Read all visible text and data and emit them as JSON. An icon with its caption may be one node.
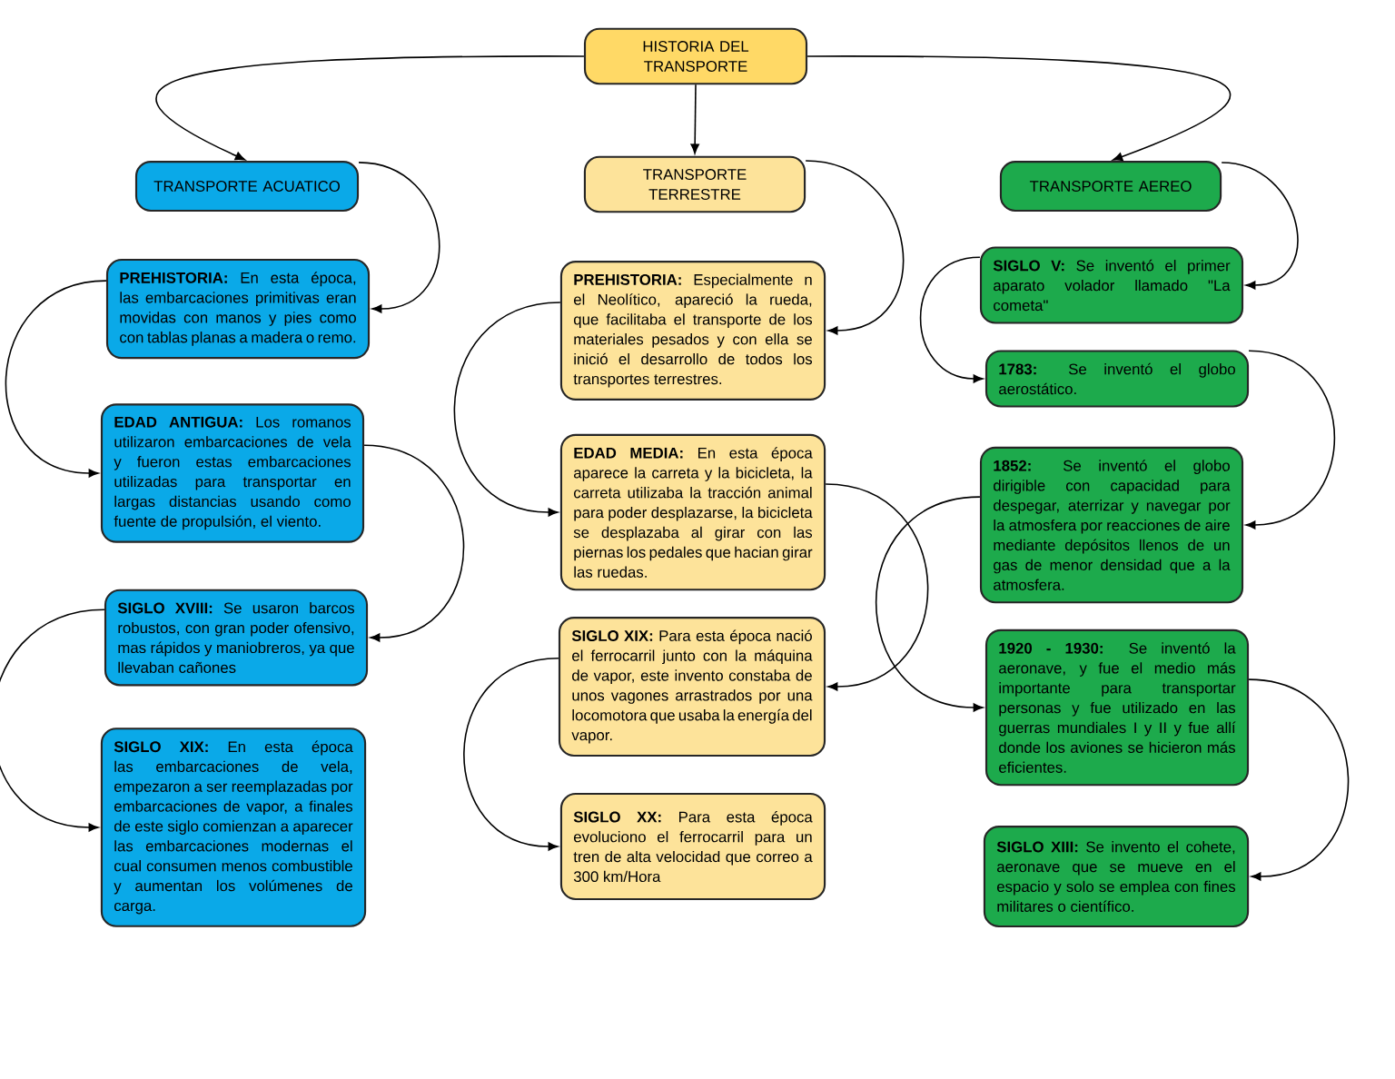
{
  "diagram": {
    "nodes": [
      {
        "text": [
          "HISTORIA DEL TRANSPORTE"
        ]
      },
      {
        "text": [
          "TRANSPORTE ACUATICO"
        ]
      },
      {
        "text": [
          "TRANSPORTE TERRESTRE"
        ]
      },
      {
        "text": [
          "TRANSPORTE AEREO"
        ]
      },
      {
        "text": [
          "**PREHISTORIA:** En esta época, las embarcaciones primitivas eran movidas con manos y pies como con tablas planas a madera o remo."
        ]
      },
      {
        "text": [
          "**EDAD ANTIGUA:** Los romanos utilizaron embarcaciones de vela y fueron estas embarcaciones utilizadas para transportar en largas distancias usando como fuente de propulsión, el viento."
        ]
      },
      {
        "text": [
          "**SIGLO XVIII:** Se usaron barcos robustos, con gran poder ofensivo, mas rápidos y maniobreros, ya que llevaban cañones"
        ]
      },
      {
        "text": [
          "**SIGLO XIX:** En esta época las embarcaciones de vela, empezaron a ser reemplazadas por embarcaciones de vapor, a finales de este siglo comienzan a aparecer las embarcaciones modernas el cual consumen menos combustible y aumentan los volúmenes de carga."
        ]
      },
      {
        "text": [
          "**PREHISTORIA:** Especialmente n el Neolítico, apareció la rueda, que facilitaba el transporte de los materiales pesados y con ella se inició el desarrollo de todos los transportes terrestres."
        ]
      },
      {
        "text": [
          "**EDAD MEDIA:** En esta época aparece la carreta y la bicicleta, la carreta utilizaba la tracción animal para poder desplazarse, la bicicleta se desplazaba al girar con las piernas los pedales que hacian girar las ruedas."
        ]
      },
      {
        "text": [
          "**SIGLO XIX:** Para esta época nació el ferrocarril junto con la máquina de vapor, este invento constaba de unos vagones arrastrados por una locomotora que usaba la energía del vapor."
        ]
      },
      {
        "text": [
          "**SIGLO XX:** Para esta época evoluciono el ferrocarril para un tren de alta velocidad que correo a 300 km/Hora"
        ]
      },
      {
        "text": [
          "**SIGLO V:** Se inventó el primer aparato volador llamado \"La cometa\""
        ]
      },
      {
        "text": [
          "**1783:** Se inventó el globo aerostático."
        ]
      },
      {
        "text": [
          "**1852:** Se inventó el globo dirigible con capacidad para despegar, aterrizar y navegar por la atmosfera por reacciones de aire mediante depósitos llenos de un gas de menor densidad que a la atmosfera."
        ]
      },
      {
        "text": [
          "**1920 - 1930:** Se inventó la aeronave, y fue el medio más importante para transportar personas y fue utilizado en las guerras mundiales I y II y fue allí donde los aviones se hicieron más eficientes."
        ]
      },
      {
        "text": [
          "**SIGLO XIII:** Se invento el cohete, aeronave que se mueve en el espacio y solo se emplea con fines militares o científico."
        ]
      }
    ],
    "edges": [
      {
        "from": 0,
        "to": 1,
        "arrow": "to"
      },
      {
        "from": 0,
        "to": 2,
        "arrow": "to"
      },
      {
        "from": 0,
        "to": 3,
        "arrow": "to"
      },
      {
        "from": 1,
        "to": 4,
        "arrow": "to"
      },
      {
        "from": 4,
        "to": 5,
        "arrow": "to"
      },
      {
        "from": 5,
        "to": 6,
        "arrow": "to"
      },
      {
        "from": 6,
        "to": 7,
        "arrow": "to"
      },
      {
        "from": 2,
        "to": 8,
        "arrow": "to"
      },
      {
        "from": 8,
        "to": 9,
        "arrow": "to"
      },
      {
        "from": 9,
        "to": 10,
        "arrow": "to"
      },
      {
        "from": 10,
        "to": 11,
        "arrow": "to"
      },
      {
        "from": 3,
        "to": 12,
        "arrow": "to"
      },
      {
        "from": 12,
        "to": 13,
        "arrow": "to"
      },
      {
        "from": 13,
        "to": 14,
        "arrow": "to"
      },
      {
        "from": 14,
        "to": 15,
        "arrow": "to"
      },
      {
        "from": 15,
        "to": 16,
        "arrow": "to"
      }
    ]
  }
}
